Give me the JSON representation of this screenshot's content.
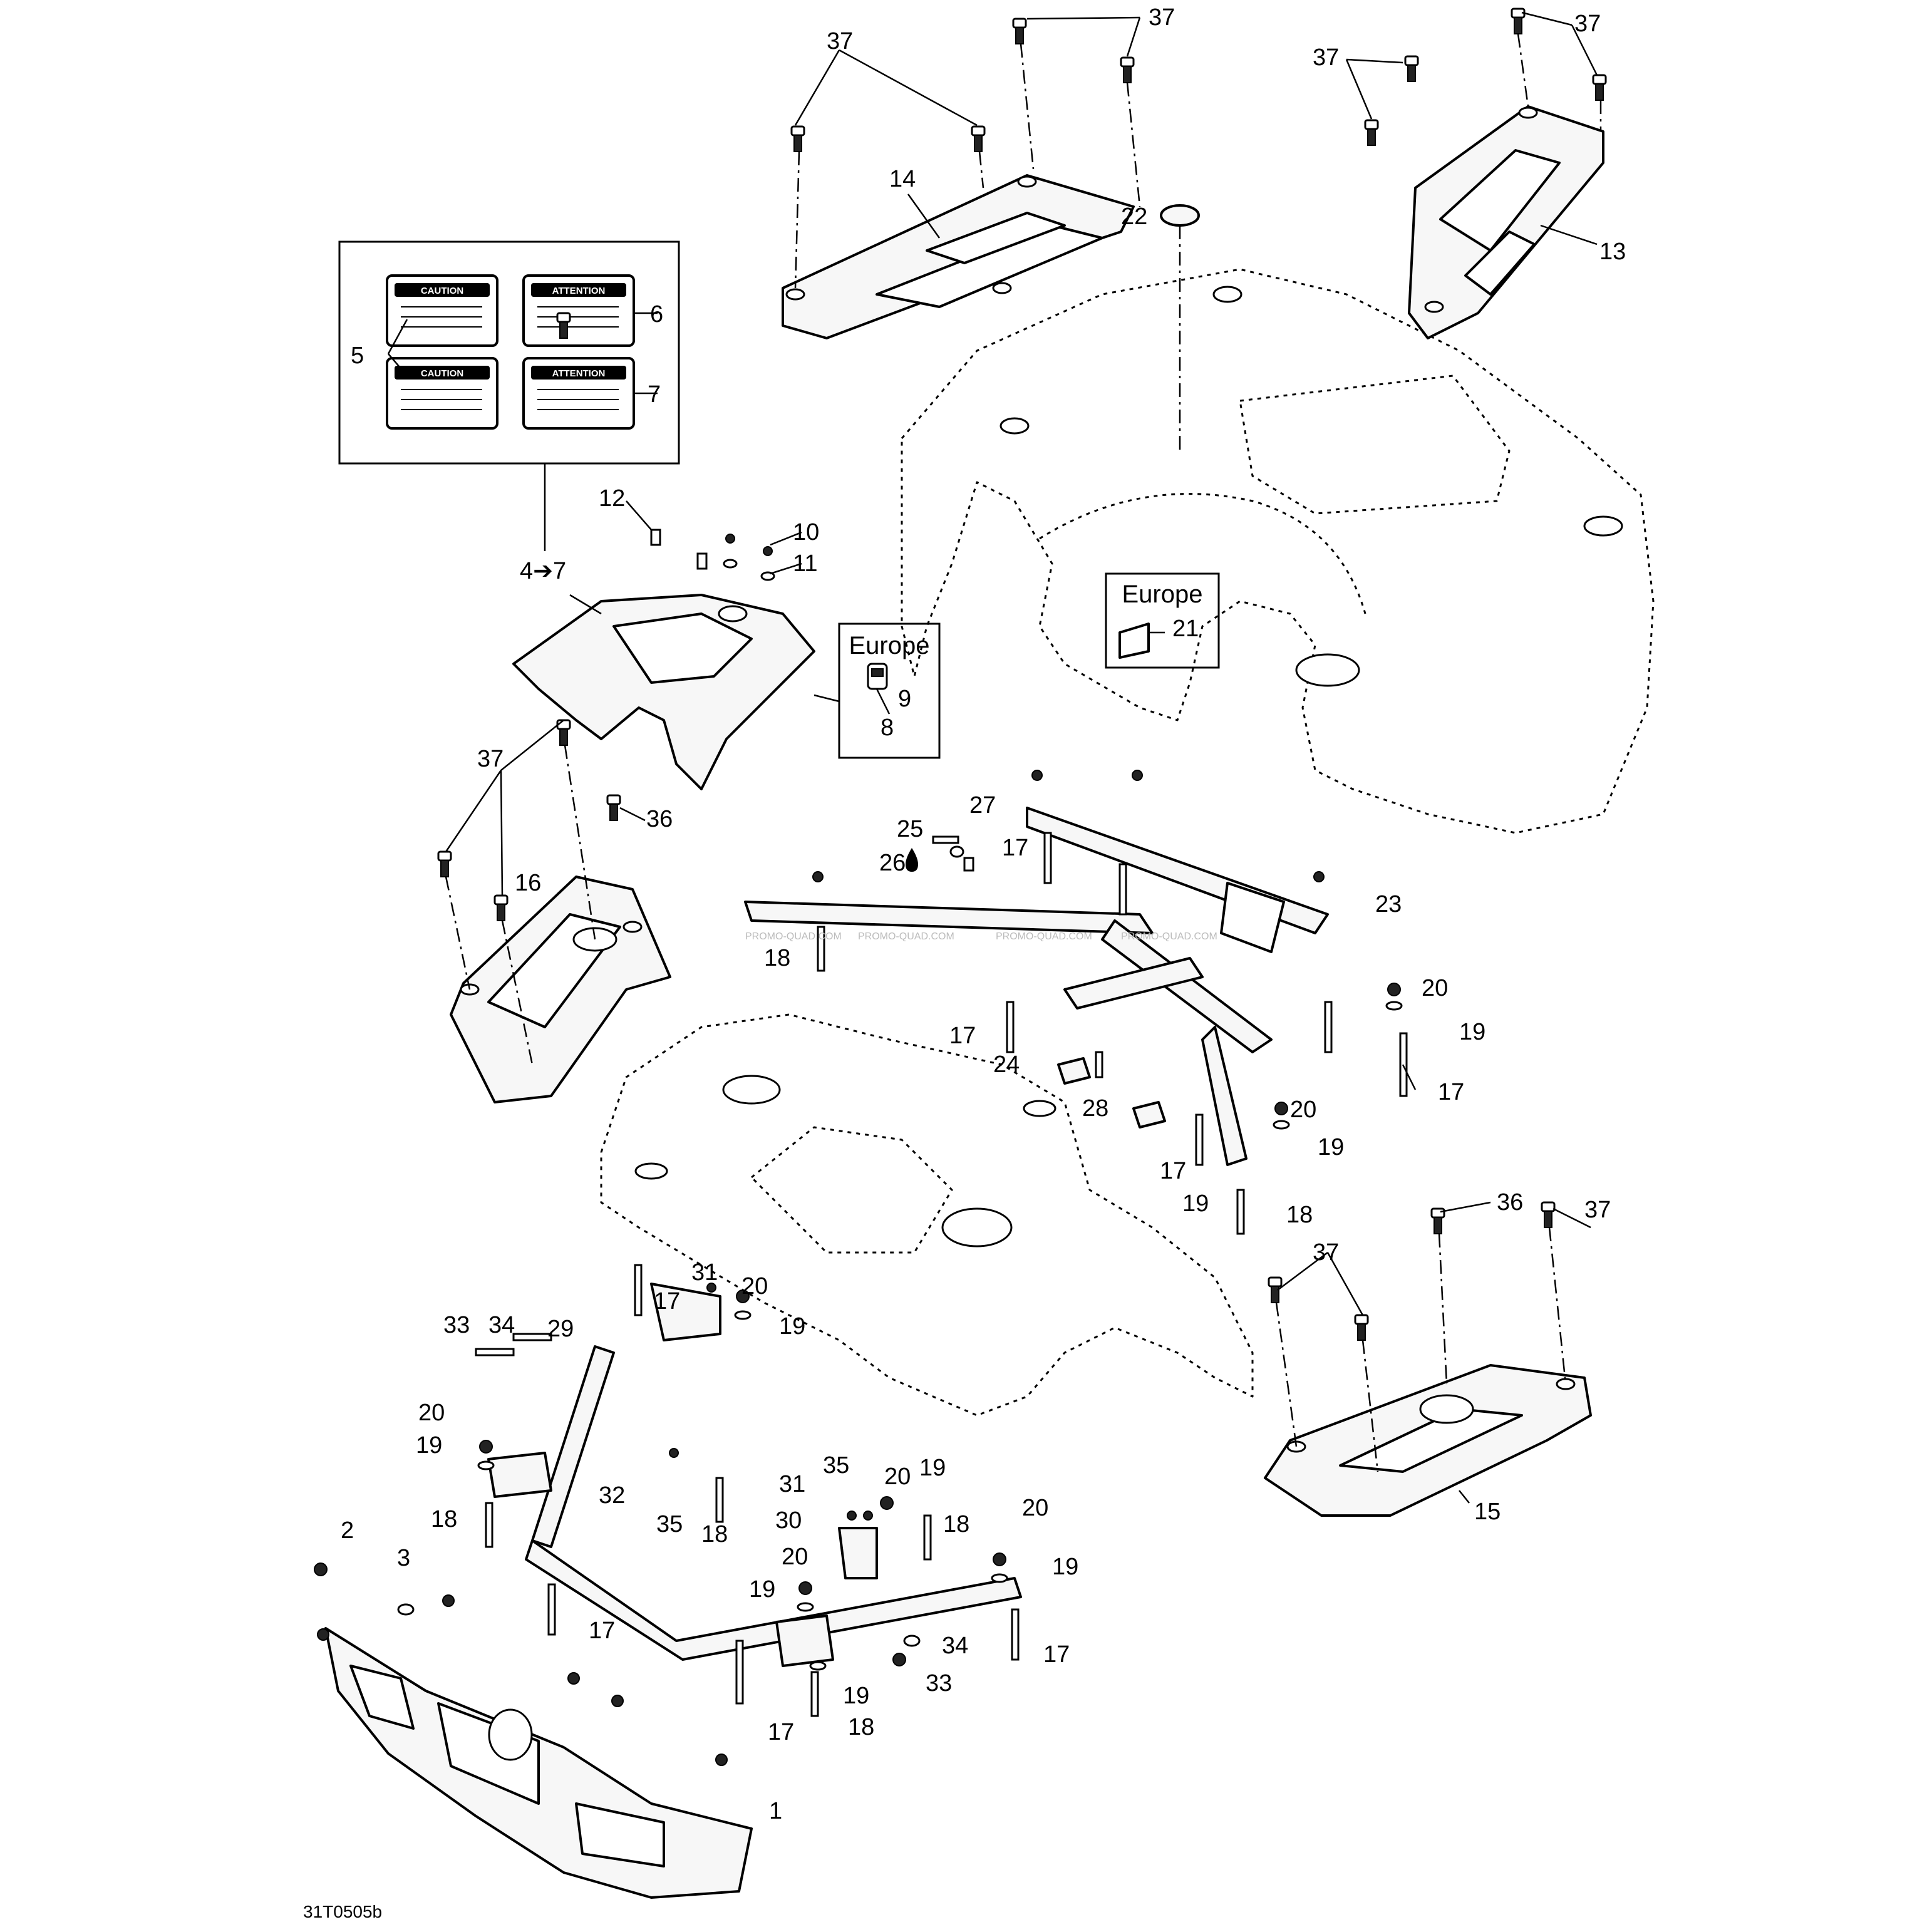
{
  "diagram": {
    "reference_code": "31T0505b",
    "europe_label": "Europe",
    "decals": [
      {
        "title": "CAUTION"
      },
      {
        "title": "ATTENTION"
      },
      {
        "title": "CAUTION"
      },
      {
        "title": "ATTENTION"
      }
    ],
    "callouts": [
      {
        "id": "c37a",
        "text": "37"
      },
      {
        "id": "c37b",
        "text": "37"
      },
      {
        "id": "c37c",
        "text": "37"
      },
      {
        "id": "c37d",
        "text": "37"
      },
      {
        "id": "c37e",
        "text": "37"
      },
      {
        "id": "c37f",
        "text": "37"
      },
      {
        "id": "c37g",
        "text": "37"
      },
      {
        "id": "c14",
        "text": "14"
      },
      {
        "id": "c13",
        "text": "13"
      },
      {
        "id": "c22",
        "text": "22"
      },
      {
        "id": "c5",
        "text": "5"
      },
      {
        "id": "c6",
        "text": "6"
      },
      {
        "id": "c7",
        "text": "7"
      },
      {
        "id": "c4to7",
        "text": "4➔7"
      },
      {
        "id": "c12",
        "text": "12"
      },
      {
        "id": "c10",
        "text": "10"
      },
      {
        "id": "c11",
        "text": "11"
      },
      {
        "id": "c9",
        "text": "9"
      },
      {
        "id": "c8",
        "text": "8"
      },
      {
        "id": "c21",
        "text": "21"
      },
      {
        "id": "c36a",
        "text": "36"
      },
      {
        "id": "c36b",
        "text": "36"
      },
      {
        "id": "c16",
        "text": "16"
      },
      {
        "id": "c25",
        "text": "25"
      },
      {
        "id": "c27",
        "text": "27"
      },
      {
        "id": "c26",
        "text": "26"
      },
      {
        "id": "c17a",
        "text": "17"
      },
      {
        "id": "c23",
        "text": "23"
      },
      {
        "id": "c18a",
        "text": "18"
      },
      {
        "id": "c20a",
        "text": "20"
      },
      {
        "id": "c19a",
        "text": "19"
      },
      {
        "id": "c17b",
        "text": "17"
      },
      {
        "id": "c17c",
        "text": "17"
      },
      {
        "id": "c24",
        "text": "24"
      },
      {
        "id": "c28",
        "text": "28"
      },
      {
        "id": "c20b",
        "text": "20"
      },
      {
        "id": "c19b",
        "text": "19"
      },
      {
        "id": "c17d",
        "text": "17"
      },
      {
        "id": "c19c",
        "text": "19"
      },
      {
        "id": "c18b",
        "text": "18"
      },
      {
        "id": "c33a",
        "text": "33"
      },
      {
        "id": "c34a",
        "text": "34"
      },
      {
        "id": "c29",
        "text": "29"
      },
      {
        "id": "c17e",
        "text": "17"
      },
      {
        "id": "c31a",
        "text": "31"
      },
      {
        "id": "c20c",
        "text": "20"
      },
      {
        "id": "c19d",
        "text": "19"
      },
      {
        "id": "c20d",
        "text": "20"
      },
      {
        "id": "c19e",
        "text": "19"
      },
      {
        "id": "c32",
        "text": "32"
      },
      {
        "id": "c35a",
        "text": "35"
      },
      {
        "id": "c18c",
        "text": "18"
      },
      {
        "id": "c18d",
        "text": "18"
      },
      {
        "id": "c2",
        "text": "2"
      },
      {
        "id": "c3",
        "text": "3"
      },
      {
        "id": "c31b",
        "text": "31"
      },
      {
        "id": "c35b",
        "text": "35"
      },
      {
        "id": "c20e",
        "text": "20"
      },
      {
        "id": "c19f",
        "text": "19"
      },
      {
        "id": "c30",
        "text": "30"
      },
      {
        "id": "c18e",
        "text": "18"
      },
      {
        "id": "c20f",
        "text": "20"
      },
      {
        "id": "c20g",
        "text": "20"
      },
      {
        "id": "c19g",
        "text": "19"
      },
      {
        "id": "c19h",
        "text": "19"
      },
      {
        "id": "c17f",
        "text": "17"
      },
      {
        "id": "c17g",
        "text": "17"
      },
      {
        "id": "c34b",
        "text": "34"
      },
      {
        "id": "c33b",
        "text": "33"
      },
      {
        "id": "c19i",
        "text": "19"
      },
      {
        "id": "c17h",
        "text": "17"
      },
      {
        "id": "c18f",
        "text": "18"
      },
      {
        "id": "c1",
        "text": "1"
      },
      {
        "id": "c15",
        "text": "15"
      }
    ]
  }
}
